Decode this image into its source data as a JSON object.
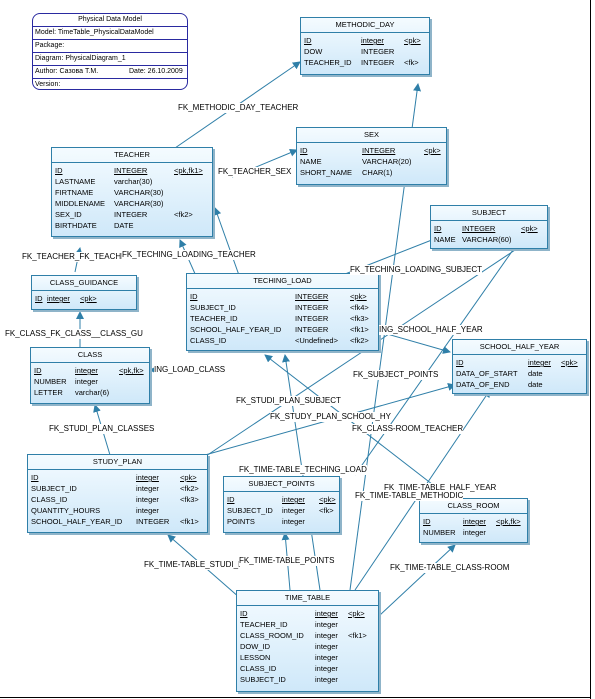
{
  "info": {
    "title": "Physical Data Model",
    "rows": [
      {
        "left": "Model: TimeTable_PhysicalDataModel",
        "right": ""
      },
      {
        "left": "Package:",
        "right": ""
      },
      {
        "left": "Diagram: PhysicalDiagram_1",
        "right": ""
      },
      {
        "left": "Author: Сазова Т.М.",
        "right": "Date: 26.10.2009"
      },
      {
        "left": "Version:",
        "right": ""
      }
    ]
  },
  "entities": {
    "methodic_day": {
      "title": "METHODIC_DAY",
      "cols": [
        {
          "name": "ID",
          "type": "integer",
          "key": "<pk>",
          "pk": true
        },
        {
          "name": "DOW",
          "type": "INTEGER",
          "key": ""
        },
        {
          "name": "TEACHER_ID",
          "type": "INTEGER",
          "key": "<fk>"
        }
      ]
    },
    "sex": {
      "title": "SEX",
      "cols": [
        {
          "name": "ID",
          "type": "INTEGER",
          "key": "<pk>",
          "pk": true
        },
        {
          "name": "NAME",
          "type": "VARCHAR(20)",
          "key": ""
        },
        {
          "name": "SHORT_NAME",
          "type": "CHAR(1)",
          "key": ""
        }
      ]
    },
    "teacher": {
      "title": "TEACHER",
      "cols": [
        {
          "name": "ID",
          "type": "INTEGER",
          "key": "<pk,fk1>",
          "pk": true
        },
        {
          "name": "LASTNAME",
          "type": "varchar(30)",
          "key": ""
        },
        {
          "name": "FIRTNAME",
          "type": "VARCHAR(30)",
          "key": ""
        },
        {
          "name": "MIDDLENAME",
          "type": "VARCHAR(30)",
          "key": ""
        },
        {
          "name": "SEX_ID",
          "type": "INTEGER",
          "key": "<fk2>"
        },
        {
          "name": "BIRTHDATE",
          "type": "DATE",
          "key": ""
        }
      ]
    },
    "subject": {
      "title": "SUBJECT",
      "cols": [
        {
          "name": "ID",
          "type": "INTEGER",
          "key": "<pk>",
          "pk": true
        },
        {
          "name": "NAME",
          "type": "VARCHAR(60)",
          "key": ""
        }
      ]
    },
    "class_guidance": {
      "title": "CLASS_GUIDANCE",
      "cols": [
        {
          "name": "ID",
          "type": "integer",
          "key": "<pk>",
          "pk": true
        }
      ]
    },
    "teching_load": {
      "title": "TECHING_LOAD",
      "cols": [
        {
          "name": "ID",
          "type": "INTEGER",
          "key": "<pk>",
          "pk": true
        },
        {
          "name": "SUBJECT_ID",
          "type": "INTEGER",
          "key": "<fk4>"
        },
        {
          "name": "TEACHER_ID",
          "type": "INTEGER",
          "key": "<fk3>"
        },
        {
          "name": "SCHOOL_HALF_YEAR_ID",
          "type": "INTEGER",
          "key": "<fk1>"
        },
        {
          "name": "CLASS_ID",
          "type": "<Undefined>",
          "key": "<fk2>"
        }
      ]
    },
    "school_half_year": {
      "title": "SCHOOL_HALF_YEAR",
      "cols": [
        {
          "name": "ID",
          "type": "integer",
          "key": "<pk>",
          "pk": true
        },
        {
          "name": "DATA_OF_START",
          "type": "date",
          "key": ""
        },
        {
          "name": "DATA_OF_END",
          "type": "date",
          "key": ""
        }
      ]
    },
    "class": {
      "title": "CLASS",
      "cols": [
        {
          "name": "ID",
          "type": "integer",
          "key": "<pk,fk>",
          "pk": true
        },
        {
          "name": "NUMBER",
          "type": "integer",
          "key": ""
        },
        {
          "name": "LETTER",
          "type": "varchar(6)",
          "key": ""
        }
      ]
    },
    "study_plan": {
      "title": "STUDY_PLAN",
      "cols": [
        {
          "name": "ID",
          "type": "integer",
          "key": "<pk>",
          "pk": true
        },
        {
          "name": "SUBJECT_ID",
          "type": "integer",
          "key": "<fk2>"
        },
        {
          "name": "CLASS_ID",
          "type": "integer",
          "key": "<fk3>"
        },
        {
          "name": "QUANTITY_HOURS",
          "type": "integer",
          "key": ""
        },
        {
          "name": "SCHOOL_HALF_YEAR_ID",
          "type": "INTEGER",
          "key": "<fk1>"
        }
      ]
    },
    "subject_points": {
      "title": "SUBJECT_POINTS",
      "cols": [
        {
          "name": "ID",
          "type": "integer",
          "key": "<pk>",
          "pk": true
        },
        {
          "name": "SUBJECT_ID",
          "type": "integer",
          "key": "<fk>"
        },
        {
          "name": "POINTS",
          "type": "integer",
          "key": ""
        }
      ]
    },
    "class_room": {
      "title": "CLASS_ROOM",
      "cols": [
        {
          "name": "ID",
          "type": "integer",
          "key": "<pk,fk>",
          "pk": true
        },
        {
          "name": "NUMBER",
          "type": "integer",
          "key": ""
        }
      ]
    },
    "time_table": {
      "title": "TIME_TABLE",
      "cols": [
        {
          "name": "ID",
          "type": "integer",
          "key": "<pk>",
          "pk": true
        },
        {
          "name": "TEACHER_ID",
          "type": "integer",
          "key": ""
        },
        {
          "name": "CLASS_ROOM_ID",
          "type": "integer",
          "key": "<fk1>"
        },
        {
          "name": "DOW_ID",
          "type": "integer",
          "key": ""
        },
        {
          "name": "LESSON",
          "type": "integer",
          "key": ""
        },
        {
          "name": "CLASS_ID",
          "type": "integer",
          "key": ""
        },
        {
          "name": "SUBJECT_ID",
          "type": "integer",
          "key": ""
        }
      ]
    }
  },
  "relations": [
    "FK_METHODIC_DAY_TEACHER",
    "FK_TEACHER_SEX",
    "FK_TEACHER_FK_TEACHE",
    "FK_TECHING_LOADING_TEACHER",
    "FK_TECHING_LOADING_SUBJECT",
    "FK_CLASS_FK_CLASS__CLASS_GU",
    "ING_SCHOOL_HALF_YEAR",
    "ING_LOAD_CLASS",
    "FK_SUBJECT_POINTS",
    "FK_STUDI_PLAN_SUBJECT",
    "FK_STUDY_PLAN_SCHOOL_HY",
    "FK_CLASS-ROOM_TEACHER",
    "FK_STUDI_PLAN_CLASSES",
    "FK_TIME-TABLE_TECHING_LOAD",
    "FK_TIME-TABLE_HALF_YEAR",
    "FK_TIME-TABLE_METHODIC",
    "FK_TIME-TABLE_STUDI_P",
    "FK_TIME-TABLE_POINTS",
    "FK_TIME-TABLE_CLASS-ROOM"
  ],
  "colors": {
    "line": "#2f7fa8",
    "border": "#2f7fa8",
    "fill_top": "#f4fbff",
    "fill_bottom": "#cfe8f9",
    "info_border": "#2a2aa0"
  }
}
